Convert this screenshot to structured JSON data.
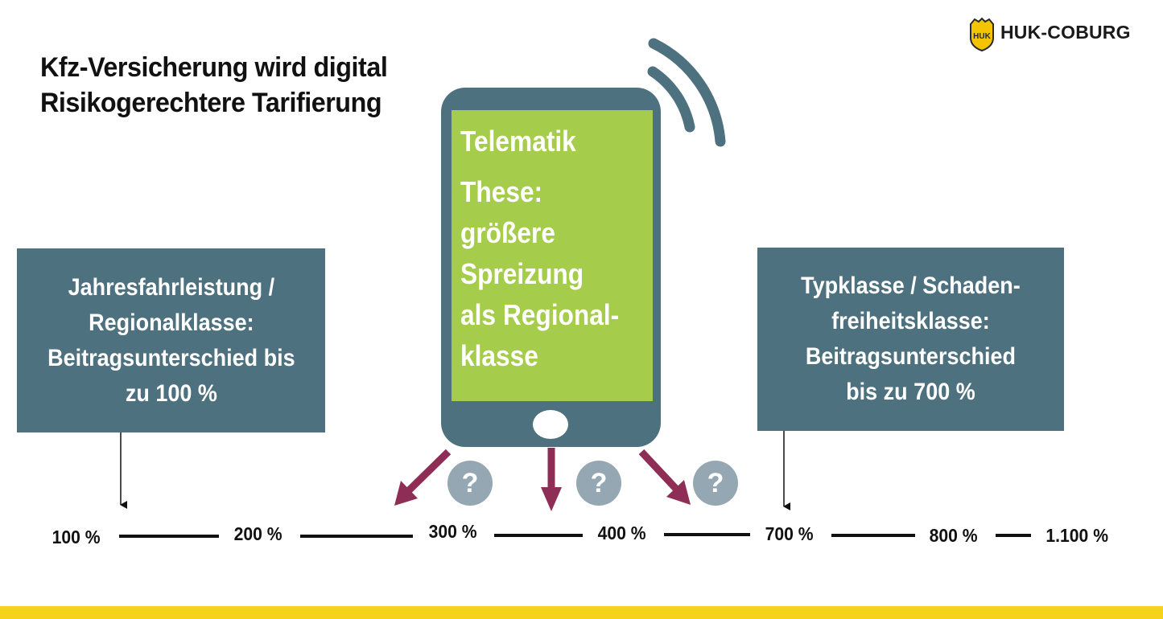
{
  "title": {
    "line1": "Kfz-Versicherung wird digital",
    "line2": "Risikogerechtere Tarifierung"
  },
  "logo": {
    "text": "HUK-COBURG",
    "emblem": "HUK",
    "emblem_color": "#f2c500"
  },
  "left_box": {
    "lines": [
      "Jahresfahrleistung /",
      "Regionalklasse:",
      "Beitragsunterschied bis",
      "zu 100 %"
    ]
  },
  "right_box": {
    "lines": [
      "Typklasse / Schaden-",
      "freiheitsklasse:",
      "Beitragsunterschied",
      "bis zu 700 %"
    ]
  },
  "phone": {
    "heading": "Telematik",
    "lines": [
      "These:",
      "größere",
      "Spreizung",
      "als Regional-",
      "klasse"
    ],
    "screen_color": "#a5cc4b",
    "body_color": "#4d717f"
  },
  "question_marks": [
    "?",
    "?",
    "?"
  ],
  "scale": {
    "labels": [
      "100 %",
      "200 %",
      "300 %",
      "400 %",
      "700 %",
      "800 %",
      "1.100 %"
    ]
  },
  "colors": {
    "box": "#4d717f",
    "arrow": "#8e2d55",
    "question_circle": "#94a7b2",
    "footer": "#f6d21a"
  }
}
